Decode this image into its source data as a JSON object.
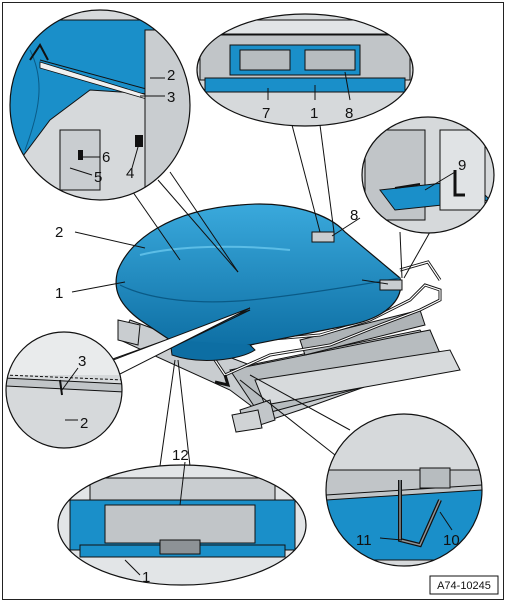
{
  "figure_ref": "A74-10245",
  "callouts": {
    "c1a": "1",
    "c1b": "1",
    "c1c": "1",
    "c2a": "2",
    "c2b": "2",
    "c2c": "2",
    "c3a": "3",
    "c3b": "3",
    "c4": "4",
    "c5": "5",
    "c6": "6",
    "c7": "7",
    "c8a": "8",
    "c8b": "8",
    "c9": "9",
    "c10": "10",
    "c11": "11",
    "c12": "12"
  },
  "colors": {
    "cover_blue": "#1a8fc9",
    "cover_dark": "#0d6ea3",
    "frame_gray": "#c9cdd0",
    "frame_dark": "#8d9296",
    "outline": "#111111"
  }
}
